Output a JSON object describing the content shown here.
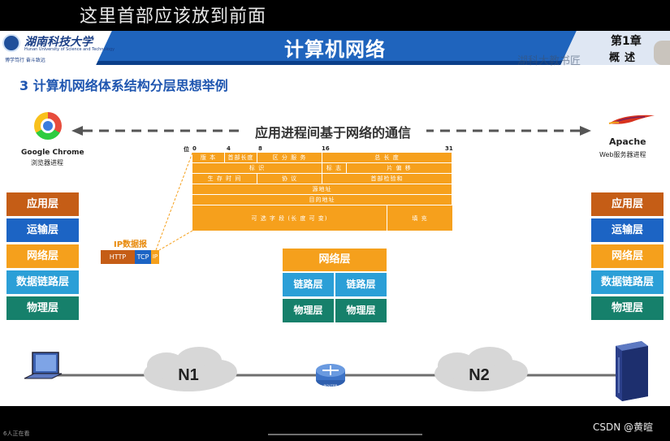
{
  "overlay_caption": "这里首部应该放到前面",
  "header": {
    "logo_title": "湖南科技大学",
    "logo_subtitle": "Hunan University of Science and Technology",
    "logo_motto": "博学笃行 奋斗致远",
    "title": "计算机网络",
    "chapter_line1": "第1章",
    "chapter_line2": "概述",
    "watermark": "湖科大教书匠"
  },
  "section_title": "3 计算机网络体系结构分层思想举例",
  "left_app": {
    "name": "Google Chrome",
    "desc": "浏览器进程",
    "icon": "chrome-icon"
  },
  "right_app": {
    "name": "Apache",
    "desc": "Web服务器进程",
    "icon": "apache-feather-icon"
  },
  "communication_label": "应用进程间基于网络的通信",
  "left_stack": [
    "应用层",
    "运输层",
    "网络层",
    "数据链路层",
    "物理层"
  ],
  "right_stack": [
    "应用层",
    "运输层",
    "网络层",
    "数据链路层",
    "物理层"
  ],
  "middle_router_stack": {
    "network": "网络层",
    "link_left": "链路层",
    "link_right": "链路层",
    "phys_left": "物理层",
    "phys_right": "物理层"
  },
  "ip_header": {
    "bit_label": "位",
    "bit_positions": [
      "0",
      "4",
      "8",
      "16",
      "31"
    ],
    "rows": [
      [
        "版 本",
        "首部长度",
        "区 分 服 务",
        "总 长 度"
      ],
      [
        "标 识",
        "标 志",
        "片 偏 移"
      ],
      [
        "生 存 时 间",
        "协 议",
        "首部检验和"
      ],
      [
        "源地址"
      ],
      [
        "目的地址"
      ],
      [
        "可 选 字 段 (长 度 可 变)",
        "填 充"
      ]
    ]
  },
  "datagram": {
    "label": "IP数据报",
    "http": "HTTP",
    "tcp": "TCP",
    "ip": "IP"
  },
  "topology": {
    "n1": "N1",
    "n2": "N2",
    "router_label": "ROUTER"
  },
  "colors": {
    "application": "#c55d16",
    "transport": "#1c64c4",
    "network": "#f5a01c",
    "datalink": "#2b9fd7",
    "physical": "#16806b",
    "header_blue": "#1f64bd"
  },
  "bottom": {
    "live": "6人正在看",
    "credit": "CSDN @黄暄"
  }
}
